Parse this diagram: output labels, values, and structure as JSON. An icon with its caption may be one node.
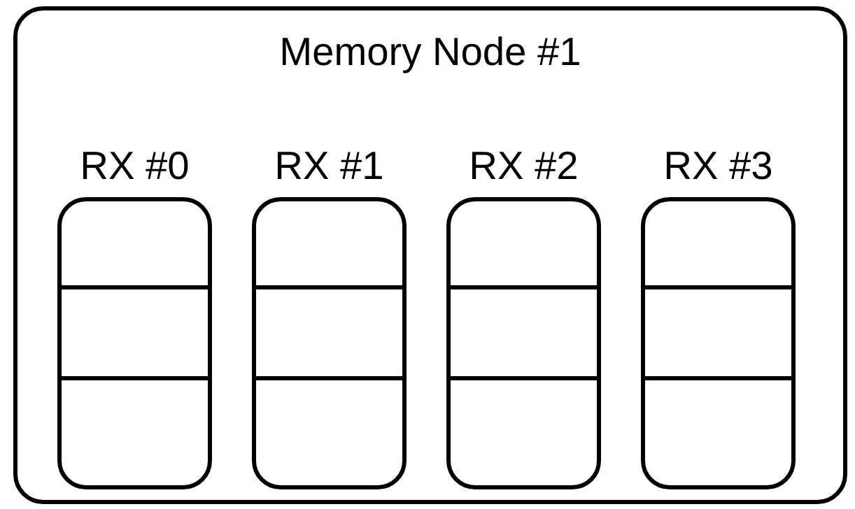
{
  "diagram": {
    "nodes": [
      {
        "text": [
          "Memory Node #1"
        ]
      },
      {
        "text": [
          "RX #0"
        ],
        "in": 0
      },
      {
        "text": [
          "RX #1"
        ],
        "in": 0
      },
      {
        "text": [
          "RX #2"
        ],
        "in": 0
      },
      {
        "text": [
          "RX #3"
        ],
        "in": 0
      }
    ]
  }
}
